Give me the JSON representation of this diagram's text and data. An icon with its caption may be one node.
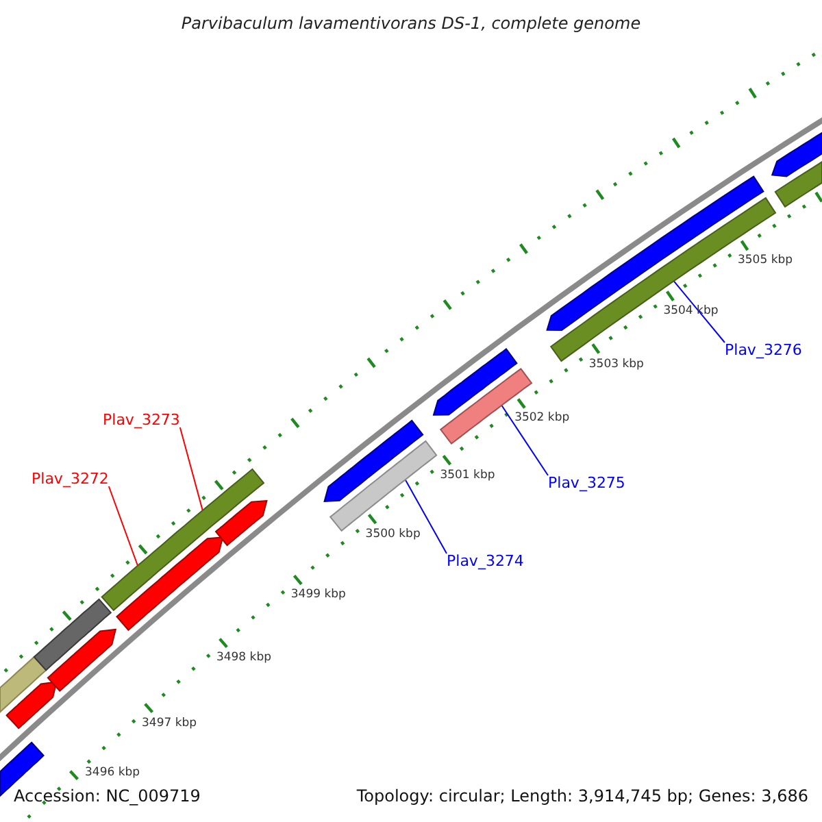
{
  "diagram": {
    "title": "Parvibaculum lavamentivorans DS-1, complete genome",
    "nodes": [
      {
        "text": [
          "Plav_3276"
        ]
      },
      {
        "text": [
          "Plav_3273"
        ]
      },
      {
        "text": [
          "Plav_3272"
        ]
      },
      {
        "text": [
          "Plav_3275"
        ]
      },
      {
        "text": [
          "Plav_3274"
        ]
      },
      {
        "text": [],
        "shape": "bar"
      },
      {
        "text": [],
        "shape": "bar"
      },
      {
        "text": [],
        "shape": "bar"
      },
      {
        "text": [],
        "shape": "bar"
      },
      {
        "text": [],
        "shape": "bar"
      },
      {
        "text": [],
        "shape": "bar"
      },
      {
        "text": [],
        "shape": "bar"
      },
      {
        "text": [],
        "shape": "bar"
      },
      {
        "text": [],
        "shape": "bar"
      },
      {
        "text": [],
        "shape": "bar"
      },
      {
        "text": [],
        "shape": "bar"
      },
      {
        "text": [],
        "shape": "bar"
      },
      {
        "text": [],
        "shape": "bar"
      },
      {
        "text": [],
        "shape": "bar"
      },
      {
        "text": [],
        "shape": "bar"
      },
      {
        "text": [],
        "shape": "bar"
      }
    ],
    "edges": [
      {
        "from": 0,
        "to": 17,
        "arrow": "none"
      },
      {
        "from": 1,
        "to": 11,
        "arrow": "none",
        "color": "#ff0000"
      },
      {
        "from": 2,
        "to": 11,
        "arrow": "none",
        "color": "#ff0000"
      },
      {
        "from": 3,
        "to": 15,
        "arrow": "none"
      },
      {
        "from": 4,
        "to": 13,
        "arrow": "none"
      }
    ],
    "labels": [
      "3505 kbp",
      "3504 kbp",
      "3503 kbp",
      "3502 kbp",
      "3501 kbp",
      "3500 kbp",
      "3499 kbp",
      "3498 kbp",
      "3497 kbp",
      "3496 kbp",
      "Accession: NC_009719",
      "Topology: circular; Length: 3,914,745 bp; Genes: 3,686"
    ]
  }
}
